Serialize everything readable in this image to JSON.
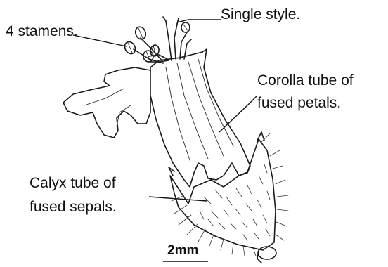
{
  "labels": {
    "stamens": "4 stamens.",
    "style": "Single style.",
    "corolla_line1": "Corolla tube of",
    "corolla_line2": "fused petals.",
    "calyx_line1": "Calyx tube of",
    "calyx_line2": "fused sepals."
  },
  "scale_bar": {
    "label": "2mm"
  }
}
